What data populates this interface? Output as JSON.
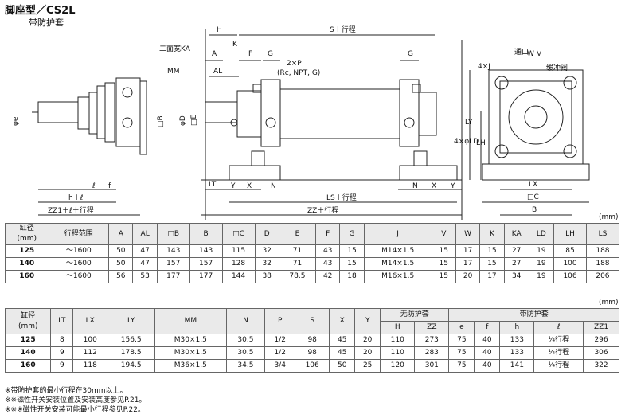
{
  "title": "脚座型／CS2L",
  "subtitle": "带防护套",
  "drawing_labels": {
    "H": "H",
    "S_stroke": "S＋行程",
    "KA_label": "二面宽KA",
    "A": "A",
    "AL": "AL",
    "K": "K",
    "F": "F",
    "G1": "G",
    "G2": "G",
    "P": "2×P",
    "P_note": "(Rc, NPT, G)",
    "MM": "MM",
    "B": "□B",
    "D": "φD",
    "E": "□E",
    "e": "φe",
    "l": "ℓ",
    "f": "f",
    "h_l": "h＋ℓ",
    "ZZ1": "ZZ1＋ℓ＋行程",
    "LT": "LT",
    "Y1": "Y",
    "X1": "X",
    "N1": "N",
    "N2": "N",
    "X2": "X",
    "Y2": "Y",
    "LS": "LS＋行程",
    "ZZ": "ZZ＋行程",
    "port": "通口",
    "J4": "4×J",
    "W": "W",
    "V": "V",
    "cushion": "缓冲阀",
    "LD": "4×φLD",
    "LY": "LY",
    "LH": "LH",
    "LX": "LX",
    "C": "□C",
    "Bsub": "B"
  },
  "unit_label": "(mm)",
  "table1": {
    "headers": [
      "缸径\n(mm)",
      "行程范围",
      "A",
      "AL",
      "□B",
      "B",
      "□C",
      "D",
      "E",
      "F",
      "G",
      "J",
      "V",
      "W",
      "K",
      "KA",
      "LD",
      "LH",
      "LS"
    ],
    "rows": [
      [
        "125",
        "～1600",
        "50",
        "47",
        "143",
        "143",
        "115",
        "32",
        "71",
        "43",
        "15",
        "M14×1.5",
        "15",
        "17",
        "15",
        "27",
        "19",
        "85",
        "188"
      ],
      [
        "140",
        "～1600",
        "50",
        "47",
        "157",
        "157",
        "128",
        "32",
        "71",
        "43",
        "15",
        "M14×1.5",
        "15",
        "17",
        "15",
        "27",
        "19",
        "100",
        "188"
      ],
      [
        "160",
        "～1600",
        "56",
        "53",
        "177",
        "177",
        "144",
        "38",
        "78.5",
        "42",
        "18",
        "M16×1.5",
        "15",
        "20",
        "17",
        "34",
        "19",
        "106",
        "206"
      ]
    ]
  },
  "table2": {
    "headers_top": [
      "缸径\n(mm)",
      "LT",
      "LX",
      "LY",
      "MM",
      "N",
      "P",
      "S",
      "X",
      "Y",
      "无防护套",
      "带防护套"
    ],
    "headers_sub": [
      "H",
      "ZZ",
      "e",
      "f",
      "h",
      "ℓ",
      "ZZ1"
    ],
    "rows": [
      [
        "125",
        "8",
        "100",
        "156.5",
        "M30×1.5",
        "30.5",
        "1/2",
        "98",
        "45",
        "20",
        "110",
        "273",
        "75",
        "40",
        "133",
        "¼行程",
        "296"
      ],
      [
        "140",
        "9",
        "112",
        "178.5",
        "M30×1.5",
        "30.5",
        "1/2",
        "98",
        "45",
        "20",
        "110",
        "283",
        "75",
        "40",
        "133",
        "¼行程",
        "306"
      ],
      [
        "160",
        "9",
        "118",
        "194.5",
        "M36×1.5",
        "34.5",
        "3/4",
        "106",
        "50",
        "25",
        "120",
        "301",
        "75",
        "40",
        "141",
        "¼行程",
        "322"
      ]
    ]
  },
  "notes": [
    "※带防护套的最小行程在30mm以上。",
    "※※磁性开关安装位置及安装高度参见P.21。",
    "※※※磁性开关安装可能最小行程参见P.22。"
  ]
}
